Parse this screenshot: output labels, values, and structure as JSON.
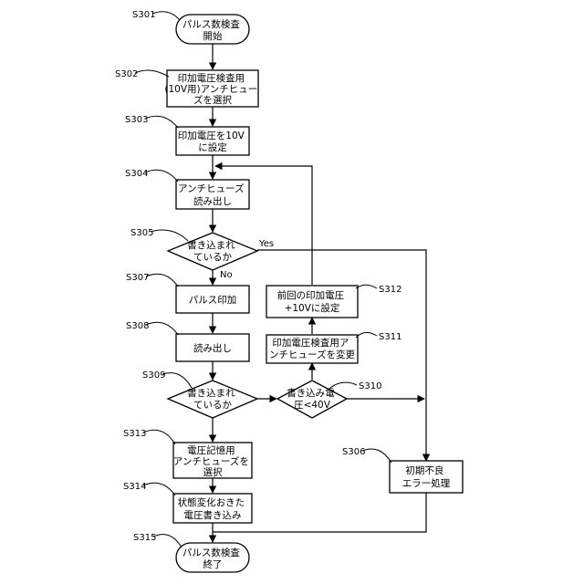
{
  "diagram": {
    "nodes": {
      "s301": {
        "step": "S301",
        "lines": [
          "パルス数検査",
          "開始"
        ]
      },
      "s302": {
        "step": "S302",
        "lines": [
          "印加電圧検査用",
          "(10V用)アンチヒュー",
          "ズを選択"
        ]
      },
      "s303": {
        "step": "S303",
        "lines": [
          "印加電圧を10V",
          "に設定"
        ]
      },
      "s304": {
        "step": "S304",
        "lines": [
          "アンチヒューズ",
          "読み出し"
        ]
      },
      "s305": {
        "step": "S305",
        "lines": [
          "書き込まれ",
          "ているか"
        ]
      },
      "s307": {
        "step": "S307",
        "lines": [
          "パルス印加"
        ]
      },
      "s308": {
        "step": "S308",
        "lines": [
          "読み出し"
        ]
      },
      "s309": {
        "step": "S309",
        "lines": [
          "書き込まれ",
          "ているか"
        ]
      },
      "s310": {
        "step": "S310",
        "lines": [
          "書き込み電",
          "圧<40V"
        ]
      },
      "s311": {
        "step": "S311",
        "lines": [
          "印加電圧検査用ア",
          "ンチヒューズを変更"
        ]
      },
      "s312": {
        "step": "S312",
        "lines": [
          "前回の印加電圧",
          "+10Vに設定"
        ]
      },
      "s313": {
        "step": "S313",
        "lines": [
          "電圧記憶用",
          "アンチヒューズを",
          "選択"
        ]
      },
      "s314": {
        "step": "S314",
        "lines": [
          "状態変化おきた",
          "電圧書き込み"
        ]
      },
      "s306": {
        "step": "S306",
        "lines": [
          "初期不良",
          "エラー処理"
        ]
      },
      "s315": {
        "step": "S315",
        "lines": [
          "パルス数検査",
          "終了"
        ]
      }
    },
    "branch_labels": {
      "s305_yes": "Yes",
      "s305_no": "No"
    }
  }
}
